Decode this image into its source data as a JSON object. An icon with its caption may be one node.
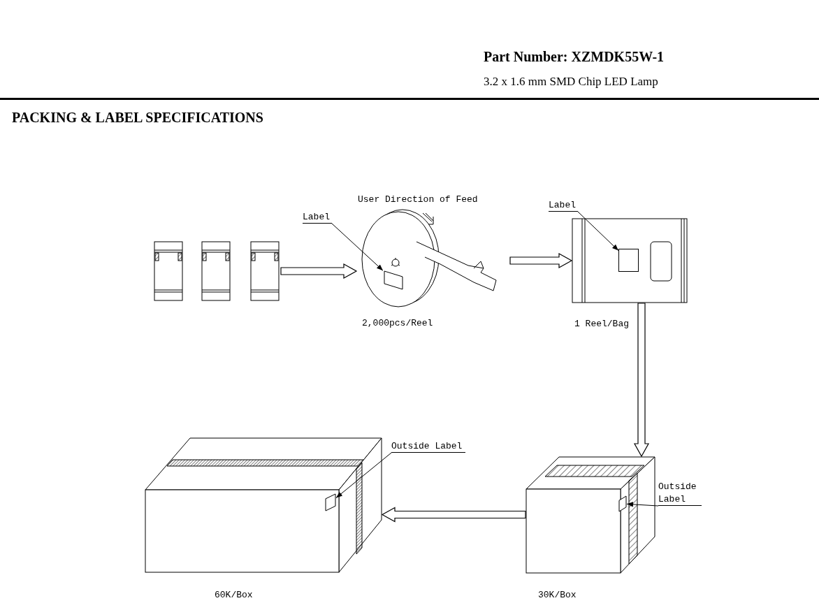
{
  "diagram": {
    "title": "PACKING & LABEL SPECIFICATIONS",
    "nodes": [
      {
        "text": [],
        "shape": "picture"
      },
      {
        "text": [],
        "shape": "picture",
        "beside": [
          "2,000pcs/Reel"
        ]
      },
      {
        "text": [
          "Label"
        ]
      },
      {
        "text": [],
        "shape": "box",
        "in": 1
      },
      {
        "text": [],
        "shape": "picture",
        "beside": [
          "1 Reel/Bag"
        ]
      },
      {
        "text": [
          "Label"
        ]
      },
      {
        "text": [],
        "shape": "box",
        "in": 4
      },
      {
        "text": [],
        "shape": "box",
        "beside": [
          "30K/Box"
        ]
      },
      {
        "text": [
          "Outside Label"
        ]
      },
      {
        "text": [],
        "shape": "box",
        "in": 7
      },
      {
        "text": [],
        "shape": "box",
        "beside": [
          "60K/Box"
        ]
      },
      {
        "text": [
          "Outside Label"
        ]
      },
      {
        "text": [],
        "shape": "box",
        "in": 10
      }
    ],
    "edges": [
      {
        "from": 0,
        "to": 1,
        "arrow": "to",
        "style": "thick"
      },
      {
        "from": 1,
        "to": 4,
        "arrow": "to",
        "style": "thick"
      },
      {
        "from": 4,
        "to": 7,
        "arrow": "to",
        "style": "thick"
      },
      {
        "from": 7,
        "to": 10,
        "arrow": "to",
        "style": "thick"
      },
      {
        "from": 2,
        "to": 3,
        "arrow": "to"
      },
      {
        "from": 5,
        "to": 6,
        "arrow": "to"
      },
      {
        "from": 8,
        "to": 9,
        "arrow": "to"
      },
      {
        "from": 11,
        "to": 12,
        "arrow": "to"
      }
    ],
    "labels": [
      "Part Number: XZMDK55W-1",
      "3.2 x 1.6 mm SMD Chip LED Lamp",
      "User Direction of Feed"
    ]
  }
}
